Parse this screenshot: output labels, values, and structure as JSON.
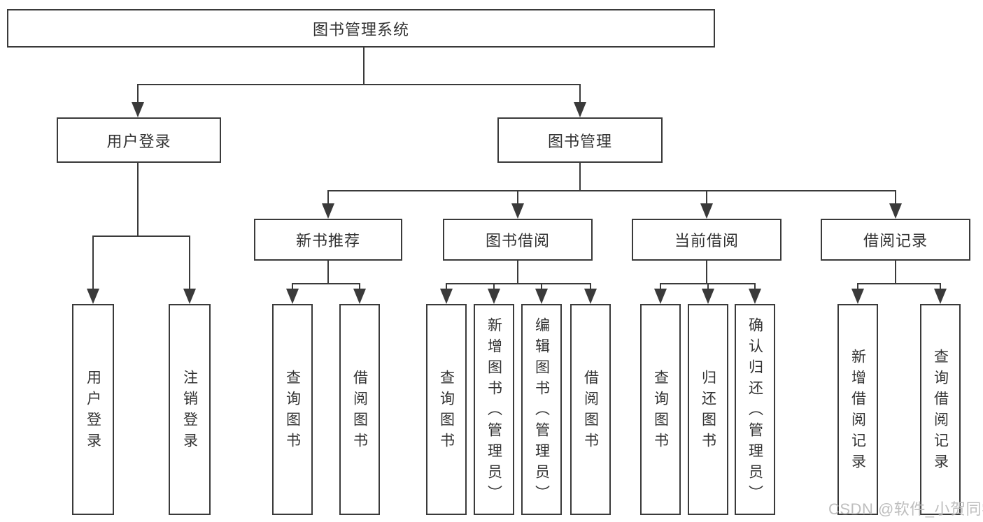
{
  "tree": {
    "root": {
      "label": "图书管理系统"
    },
    "branches": [
      {
        "label": "用户登录",
        "children": [
          {
            "label": "用户登录"
          },
          {
            "label": "注销登录"
          }
        ]
      },
      {
        "label": "图书管理",
        "children": [
          {
            "label": "新书推荐",
            "children": [
              {
                "label": "查询图书"
              },
              {
                "label": "借阅图书"
              }
            ]
          },
          {
            "label": "图书借阅",
            "children": [
              {
                "label": "查询图书"
              },
              {
                "label": "新增图书（管理员）"
              },
              {
                "label": "编辑图书（管理员）"
              },
              {
                "label": "借阅图书"
              }
            ]
          },
          {
            "label": "当前借阅",
            "children": [
              {
                "label": "查询图书"
              },
              {
                "label": "归还图书"
              },
              {
                "label": "确认归还（管理员）"
              }
            ]
          },
          {
            "label": "借阅记录",
            "children": [
              {
                "label": "新增借阅记录"
              },
              {
                "label": "查询借阅记录"
              }
            ]
          }
        ]
      }
    ]
  },
  "watermark": {
    "text": "CSDN @软件_小贺同学",
    "color": "#b9b9b9"
  },
  "colors": {
    "line": "#3a3a3a",
    "text": "#333333",
    "background": "#ffffff",
    "box_bg": "#ffffff"
  }
}
